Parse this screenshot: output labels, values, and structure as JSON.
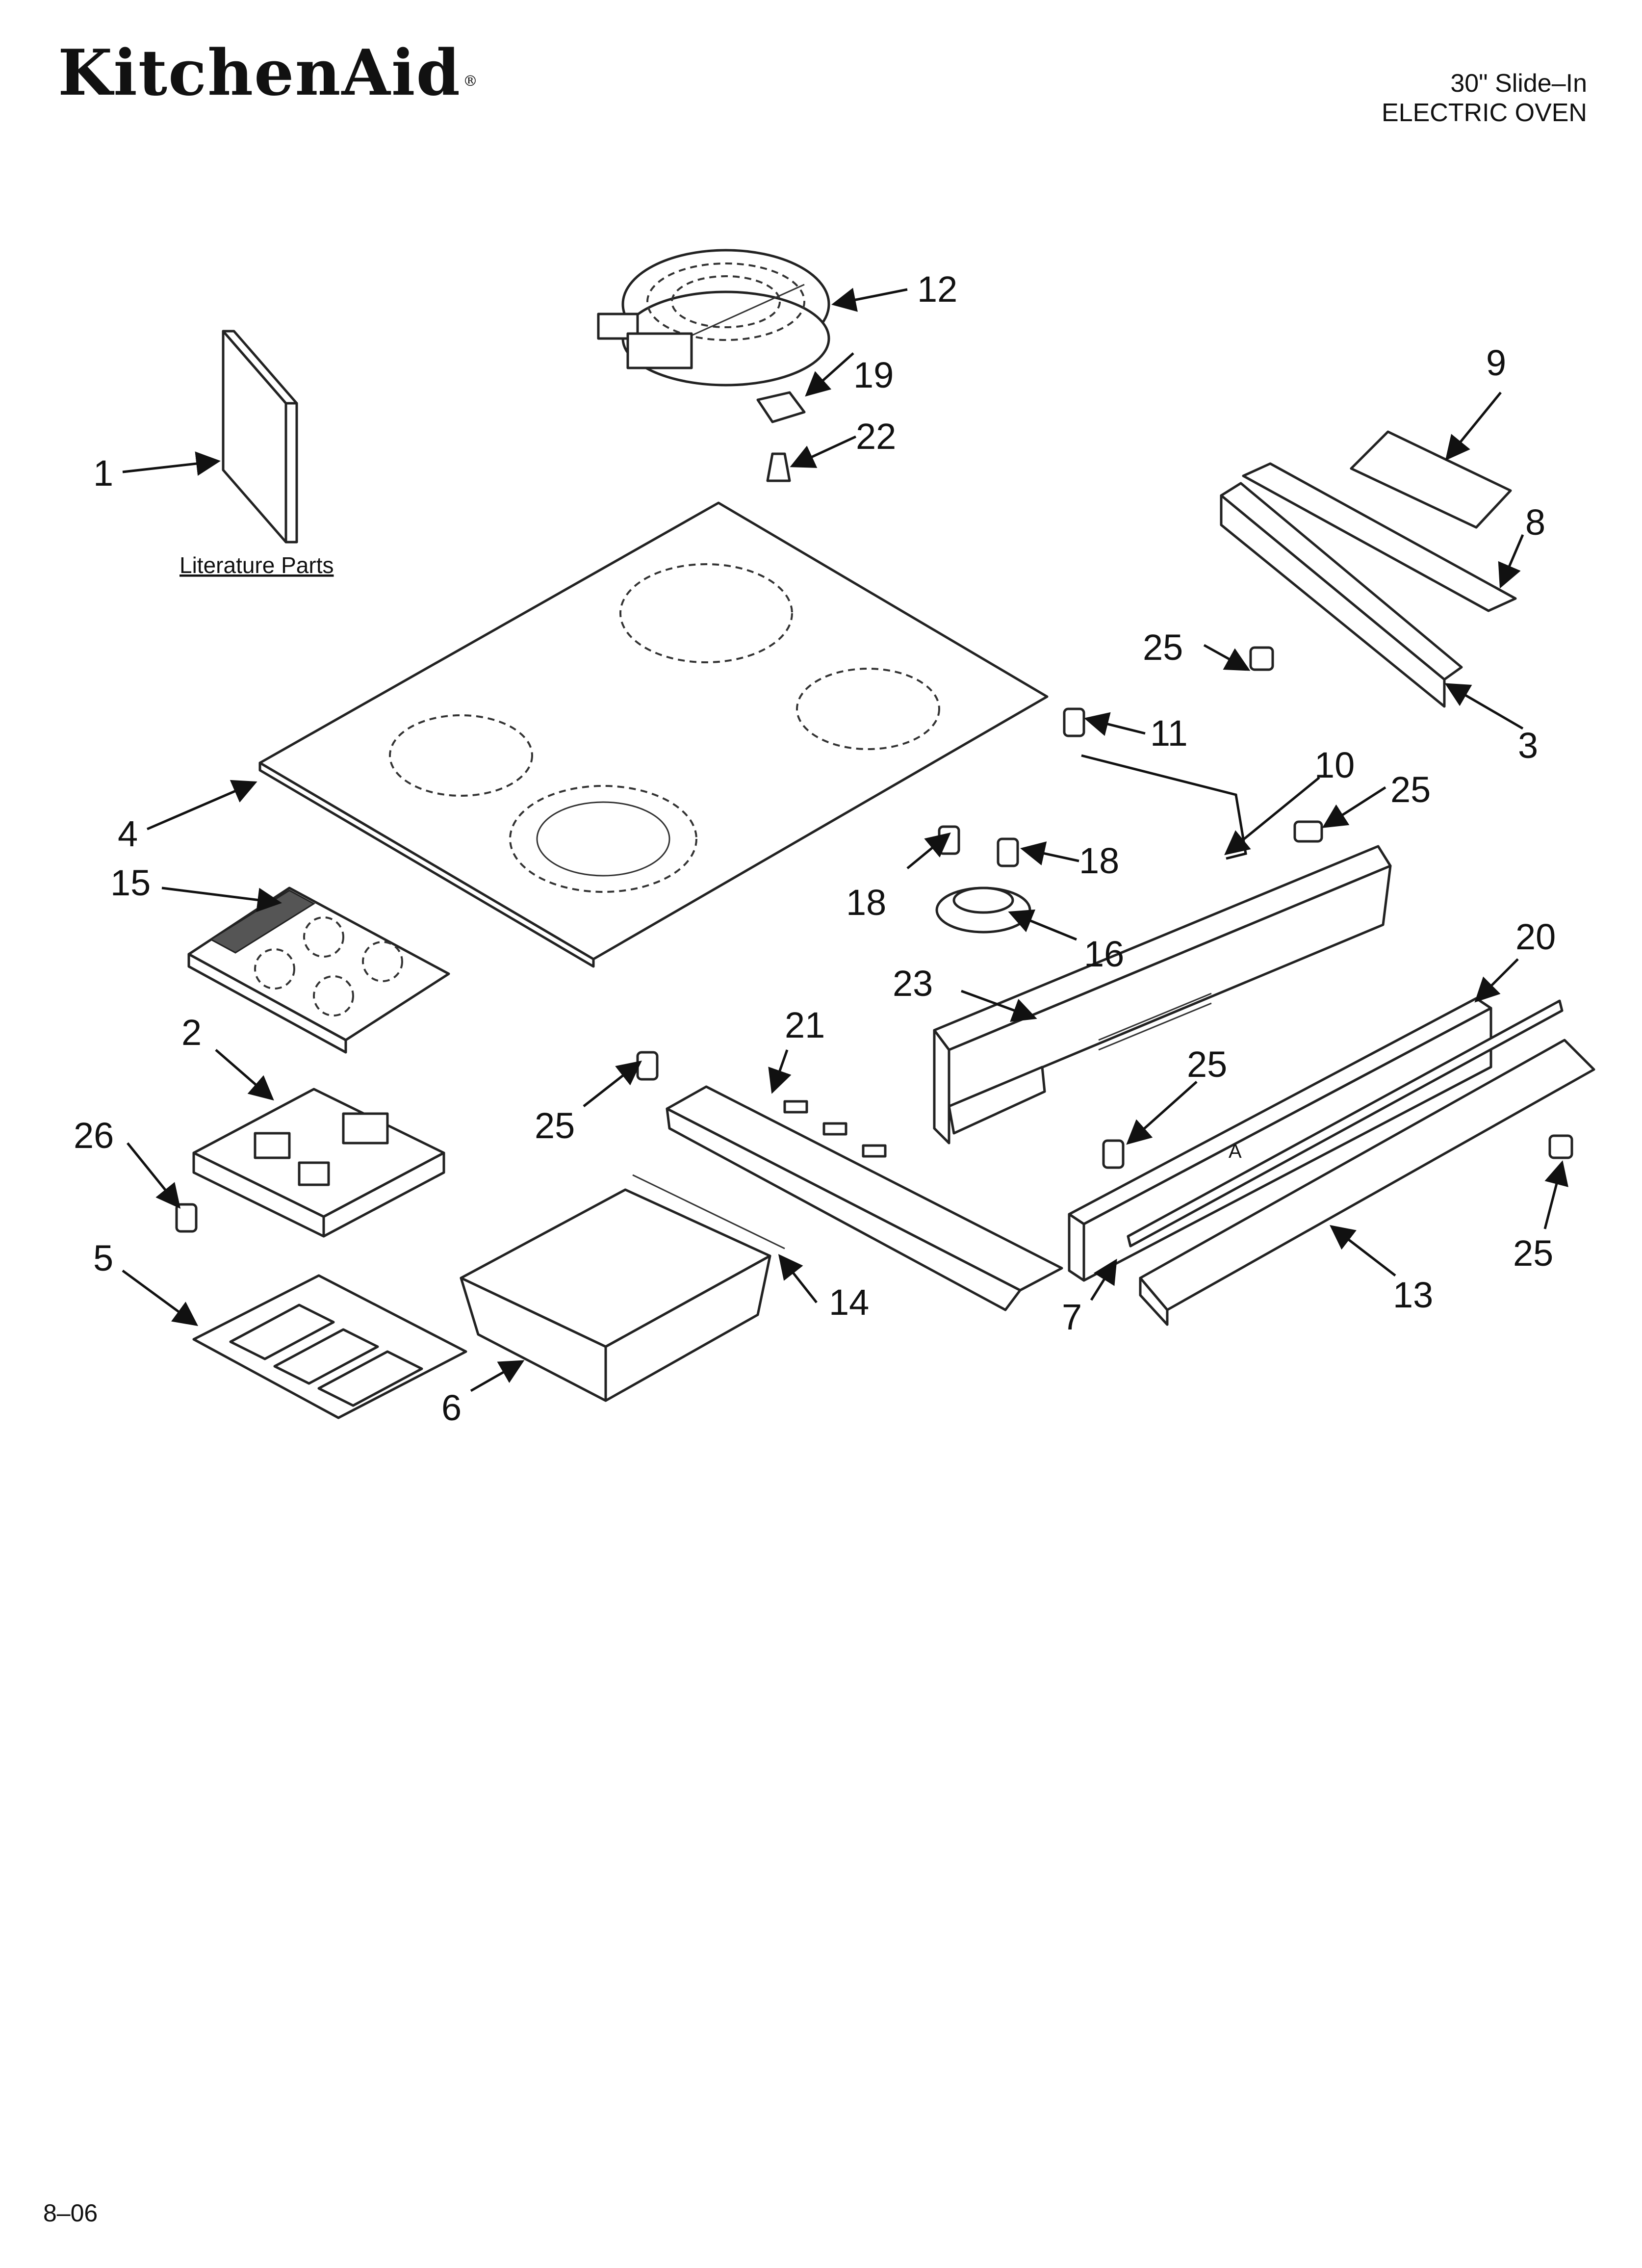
{
  "brand": "KitchenAid",
  "brand_mark": "®",
  "model": {
    "line1": "30\" Slide–In",
    "line2": "ELECTRIC OVEN"
  },
  "date_code": "8–06",
  "literature_label": "Literature Parts",
  "callouts": {
    "c1": "1",
    "c2": "2",
    "c3": "3",
    "c4": "4",
    "c5": "5",
    "c6": "6",
    "c7": "7",
    "c8": "8",
    "c9": "9",
    "c10": "10",
    "c11": "11",
    "c12": "12",
    "c13": "13",
    "c14": "14",
    "c15": "15",
    "c16": "16",
    "c18a": "18",
    "c18b": "18",
    "c19": "19",
    "c20": "20",
    "c21": "21",
    "c22": "22",
    "c23": "23",
    "c25a": "25",
    "c25b": "25",
    "c25c": "25",
    "c25d": "25",
    "c25e": "25",
    "c26": "26"
  },
  "panel_marker": "A"
}
